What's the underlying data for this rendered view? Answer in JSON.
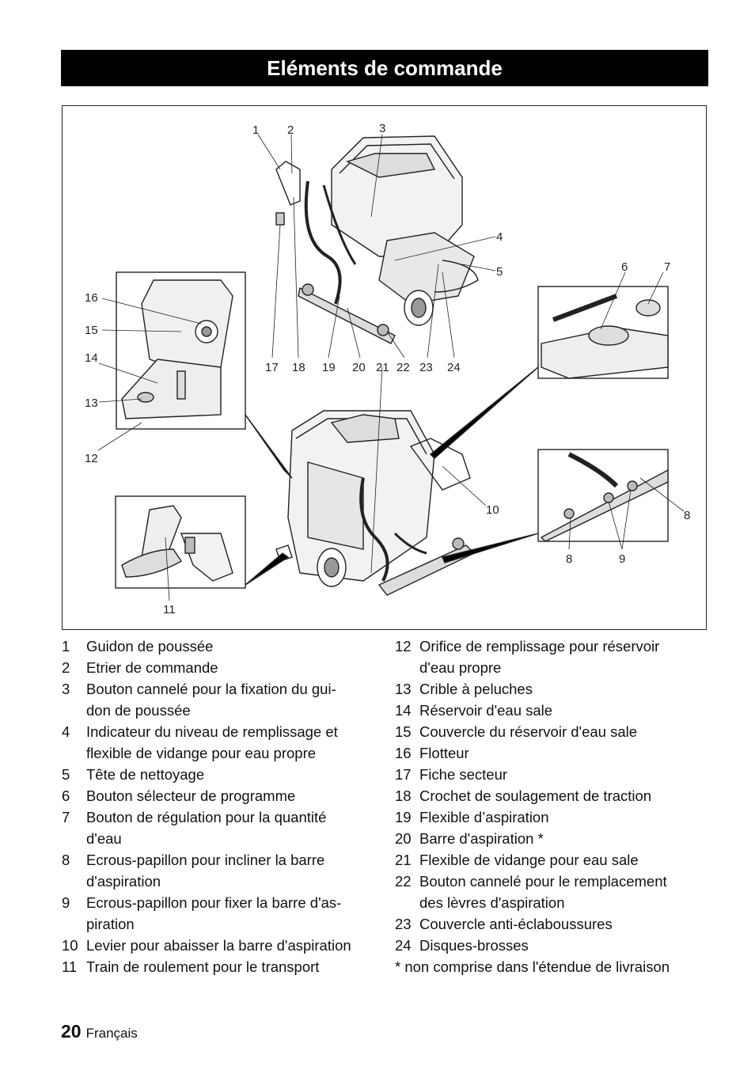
{
  "header": {
    "title": "Eléments de commande"
  },
  "figure": {
    "callouts": [
      "1",
      "2",
      "3",
      "4",
      "5",
      "6",
      "7",
      "16",
      "15",
      "14",
      "13",
      "12",
      "17",
      "18",
      "19",
      "20",
      "21",
      "22",
      "23",
      "24",
      "10",
      "8",
      "8",
      "9",
      "11"
    ]
  },
  "legend_left": [
    {
      "num": "1",
      "text": "Guidon de poussée"
    },
    {
      "num": "2",
      "text": "Etrier de commande"
    },
    {
      "num": "3",
      "text": "Bouton cannelé pour la fixation du gui-\ndon de poussée"
    },
    {
      "num": "4",
      "text": "Indicateur du niveau de remplissage et\nflexible de vidange pour eau propre"
    },
    {
      "num": "5",
      "text": "Tête de nettoyage"
    },
    {
      "num": "6",
      "text": "Bouton sélecteur de programme"
    },
    {
      "num": "7",
      "text": "Bouton de régulation pour la quantité\nd'eau"
    },
    {
      "num": "8",
      "text": "Ecrous-papillon pour incliner la barre\nd'aspiration"
    },
    {
      "num": "9",
      "text": "Ecrous-papillon pour fixer la barre d'as-\npiration"
    },
    {
      "num": "10",
      "text": "Levier pour abaisser la barre d'aspiration"
    },
    {
      "num": "11",
      "text": "Train de roulement pour le transport"
    }
  ],
  "legend_right": [
    {
      "num": "12",
      "text": "Orifice de remplissage pour réservoir\nd'eau propre"
    },
    {
      "num": "13",
      "text": "Crible à peluches"
    },
    {
      "num": "14",
      "text": "Réservoir d'eau sale"
    },
    {
      "num": "15",
      "text": "Couvercle du réservoir d'eau sale"
    },
    {
      "num": "16",
      "text": "Flotteur"
    },
    {
      "num": "17",
      "text": "Fiche secteur"
    },
    {
      "num": "18",
      "text": "Crochet de soulagement de traction"
    },
    {
      "num": "19",
      "text": "Flexible d’aspiration"
    },
    {
      "num": "20",
      "text": "Barre d'aspiration *"
    },
    {
      "num": "21",
      "text": "Flexible de vidange pour eau sale"
    },
    {
      "num": "22",
      "text": "Bouton cannelé pour le remplacement\ndes lèvres d'aspiration"
    },
    {
      "num": "23",
      "text": "Couvercle anti-éclaboussures"
    },
    {
      "num": "24",
      "text": "Disques-brosses"
    }
  ],
  "note": "* non comprise dans l'étendue de livraison",
  "footer": {
    "page": "20",
    "language": "Français"
  }
}
